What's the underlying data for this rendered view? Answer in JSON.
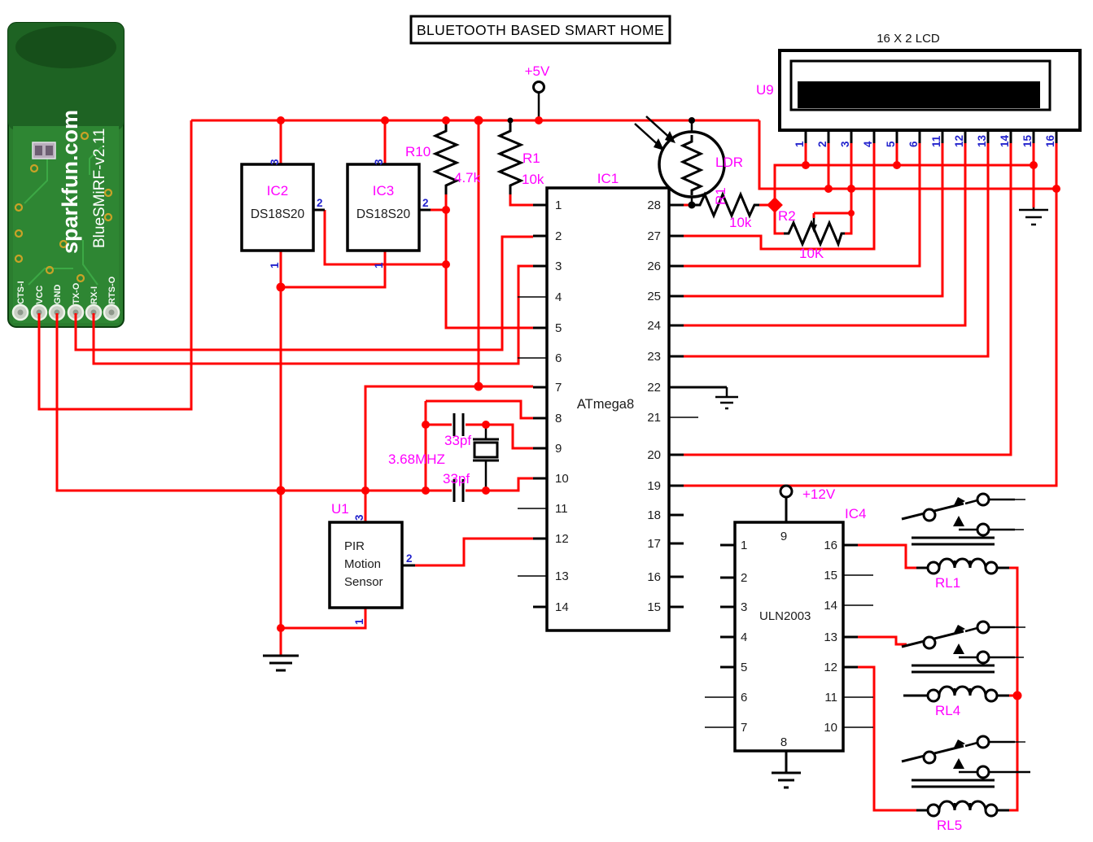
{
  "title": "BLUETOOTH BASED SMART HOME",
  "colors": {
    "wire": "#ff0000",
    "label": "#ff00ff",
    "pin_number_blue": "#2222cc",
    "component": "#000000",
    "pcb_green": "#2b7d2f"
  },
  "supplies": {
    "plus5v": "+5V",
    "plus12v": "+12V"
  },
  "bluetooth_module": {
    "brand": "sparkfun.com",
    "model": "BlueSMiRF-v2.11",
    "pins": [
      "CTS-I",
      "VCC",
      "GND",
      "TX-O",
      "RX-I",
      "RTS-O"
    ]
  },
  "ic1": {
    "ref": "IC1",
    "part": "ATmega8",
    "left_pins": [
      "1",
      "2",
      "3",
      "4",
      "5",
      "6",
      "7",
      "8",
      "9",
      "10",
      "11",
      "12",
      "13",
      "14"
    ],
    "right_pins": [
      "28",
      "27",
      "26",
      "25",
      "24",
      "23",
      "22",
      "21",
      "20",
      "19",
      "18",
      "17",
      "16",
      "15"
    ]
  },
  "ic2": {
    "ref": "IC2",
    "part": "DS18S20",
    "pin_top": "3",
    "pin_right": "2",
    "pin_bottom": "1"
  },
  "ic3": {
    "ref": "IC3",
    "part": "DS18S20",
    "pin_top": "3",
    "pin_right": "2",
    "pin_bottom": "1"
  },
  "ic4": {
    "ref": "IC4",
    "part": "ULN2003",
    "left_pins": [
      "1",
      "2",
      "3",
      "4",
      "5",
      "6",
      "7"
    ],
    "right_pins": [
      "16",
      "15",
      "14",
      "13",
      "12",
      "11",
      "10"
    ],
    "pin_top": "9",
    "pin_bottom": "8"
  },
  "lcd": {
    "ref": "U9",
    "title": "16 X 2 LCD",
    "pins": [
      "1",
      "2",
      "3",
      "4",
      "5",
      "6",
      "11",
      "12",
      "13",
      "14",
      "15",
      "16"
    ]
  },
  "pir": {
    "ref": "U1",
    "label_lines": [
      "PIR",
      "Motion",
      "Sensor"
    ],
    "pin_top": "3",
    "pin_right": "2",
    "pin_bottom": "1"
  },
  "resistors": {
    "r10": {
      "ref": "R10",
      "value": "4.7k"
    },
    "r1_pullup": {
      "ref": "R1",
      "value": "10k"
    },
    "r1_ldr": {
      "ref": "R1",
      "value": "10k"
    },
    "r2": {
      "ref": "R2",
      "value": "10K"
    }
  },
  "ldr": {
    "ref": "LDR"
  },
  "crystal": {
    "freq": "3.68MHZ",
    "cap_top": "33pf",
    "cap_bottom": "33pf"
  },
  "relays": {
    "rl1": "RL1",
    "rl4": "RL4",
    "rl5": "RL5"
  }
}
